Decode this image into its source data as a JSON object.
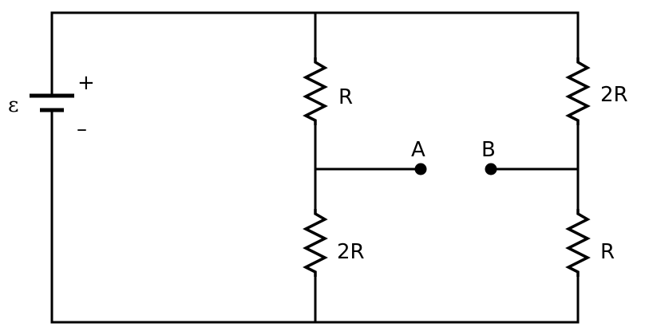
{
  "battery": {
    "emf_label": "ε",
    "plus_label": "+",
    "minus_label": "–"
  },
  "resistors": {
    "left_top": "R",
    "left_bottom": "2R",
    "right_top": "2R",
    "right_bottom": "R"
  },
  "nodes": {
    "a": "A",
    "b": "B"
  }
}
